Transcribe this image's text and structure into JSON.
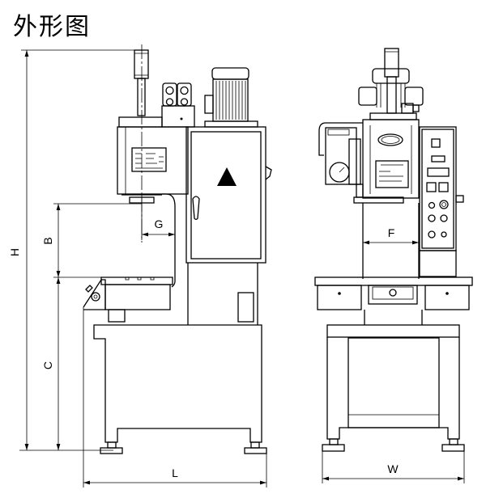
{
  "title": "外形图",
  "dimensions": {
    "height": "H",
    "stroke": "B",
    "table_height": "C",
    "throat_depth": "G",
    "length": "L",
    "column_gap": "F",
    "width": "W"
  },
  "colors": {
    "line": "#000000",
    "background": "#ffffff"
  }
}
